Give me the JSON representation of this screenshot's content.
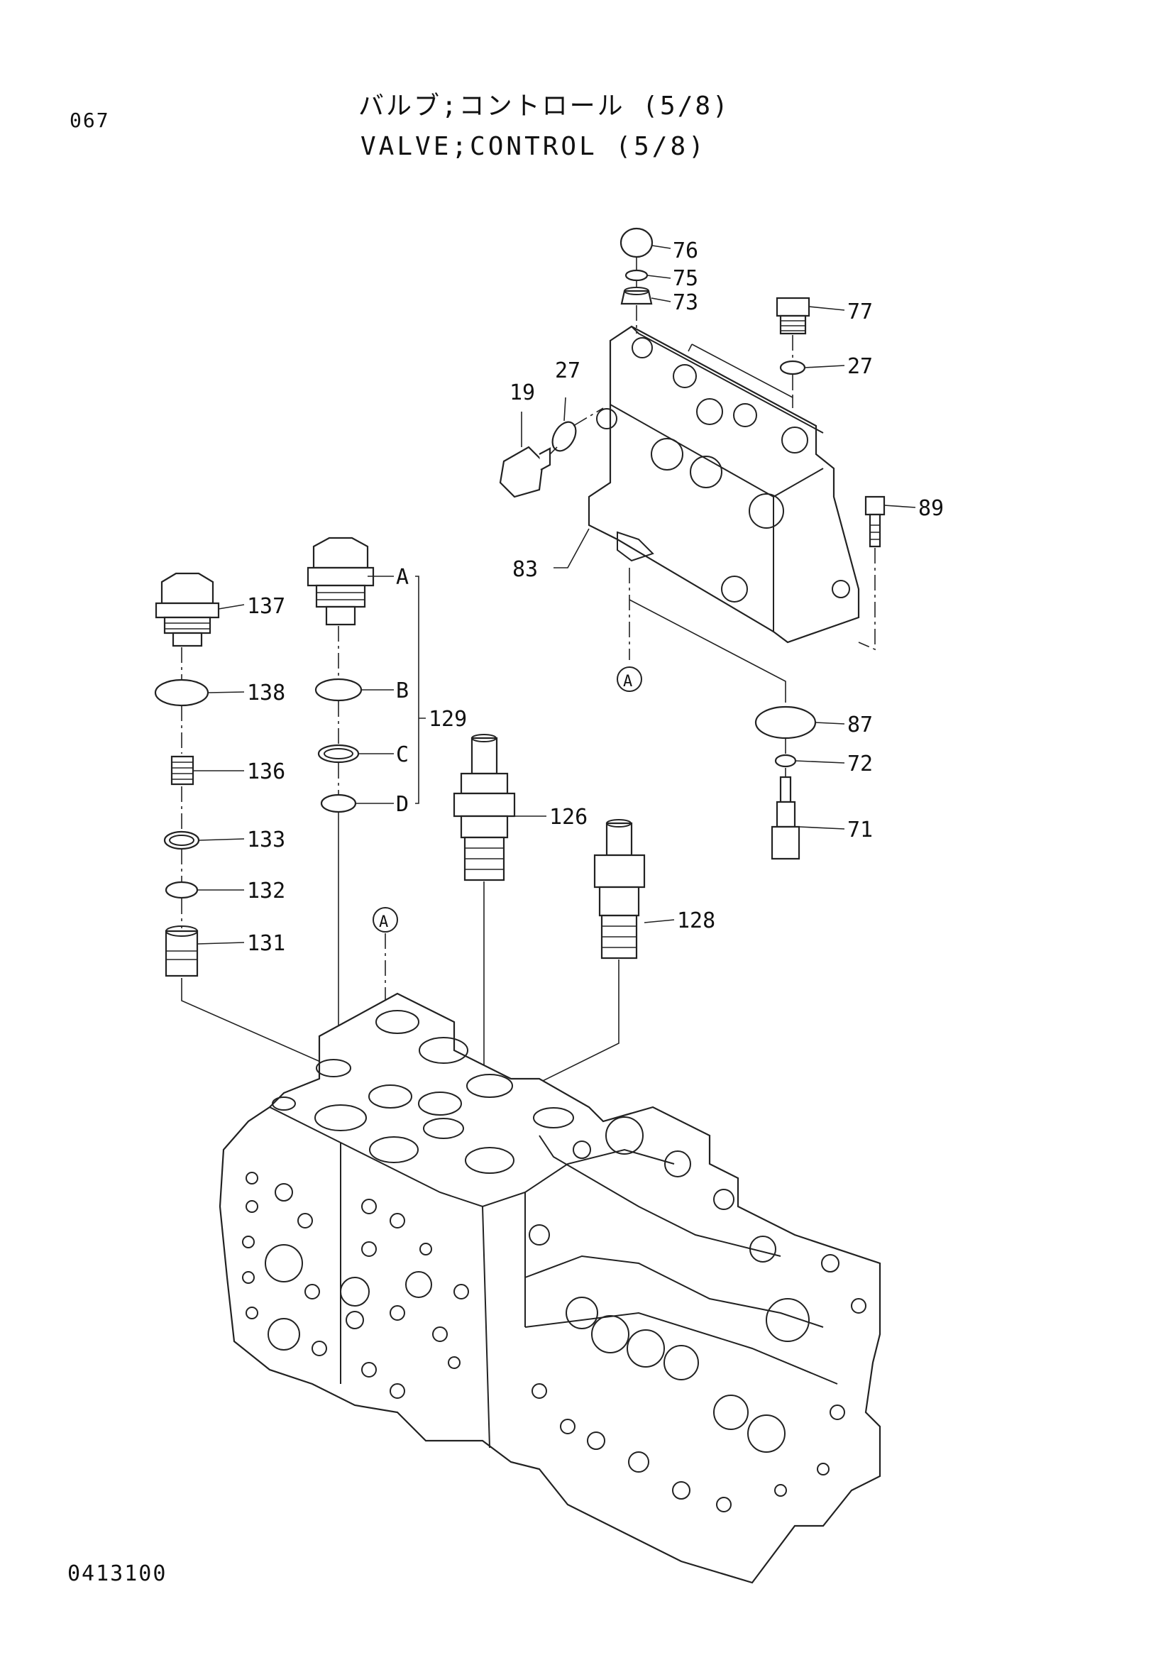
{
  "header": {
    "page_number": "067",
    "title_jp": "バルブ;コントロール (5/8)",
    "title_en": "VALVE;CONTROL (5/8)"
  },
  "footer": {
    "drawing_number": "0413100"
  },
  "callouts": {
    "p76": "76",
    "p75": "75",
    "p73": "73",
    "p77": "77",
    "p27a": "27",
    "p27b": "27",
    "p19": "19",
    "p89": "89",
    "p83": "83",
    "p87": "87",
    "p72": "72",
    "p71": "71",
    "p137": "137",
    "p138": "138",
    "p136": "136",
    "p133": "133",
    "p132": "132",
    "p131": "131",
    "p126": "126",
    "p128": "128",
    "p129": "129",
    "subA": "A",
    "subB": "B",
    "subC": "C",
    "subD": "D",
    "refA1": "A",
    "refA2": "A"
  }
}
